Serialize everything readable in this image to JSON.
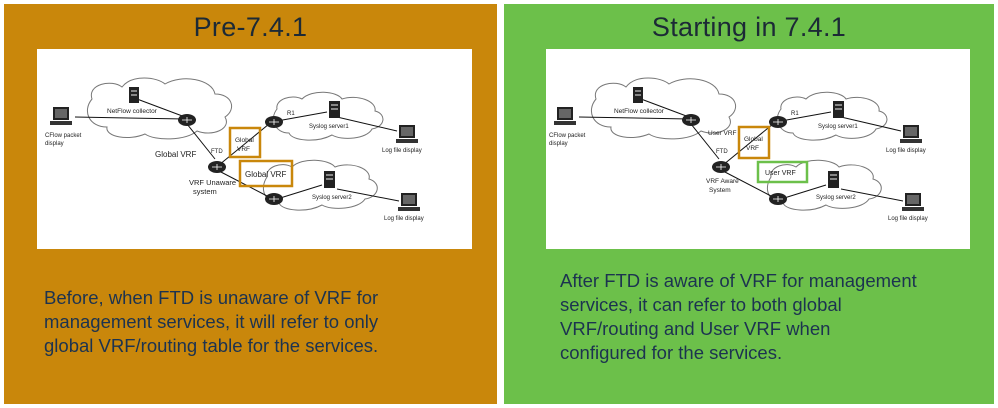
{
  "left_panel": {
    "title": "Pre-7.4.1",
    "description_lines": [
      "Before, when FTD is unaware of VRF for",
      "management services, it will refer to only",
      "global VRF/routing table for the services."
    ],
    "diagram": {
      "cflow_label_1": "CFlow packet",
      "cflow_label_2": "display",
      "netflow_label": "NetFlow collector",
      "global_vrf_label": "Global VRF",
      "ftd_label": "FTD",
      "vrf_system_label_1": "VRF Unaware",
      "vrf_system_label_2": "system",
      "global_vrf_box_1": "Global",
      "global_vrf_box_2": "VRF",
      "global_vrf_box_lower": "Global VRF",
      "r1_label": "R1",
      "syslog1_label": "Syslog server1",
      "syslog2_label": "Syslog server2",
      "log_display_1": "Log file display",
      "log_display_2": "Log file display"
    }
  },
  "right_panel": {
    "title": "Starting in 7.4.1",
    "description_lines": [
      "After FTD is aware of VRF for management",
      "services, it can refer to both global",
      "VRF/routing and User VRF when",
      "configured for the services."
    ],
    "diagram": {
      "cflow_label_1": "CFlow packet",
      "cflow_label_2": "display",
      "netflow_label": "NetFlow collector",
      "user_vrf_label": "User VRF",
      "ftd_label": "FTD",
      "vrf_system_label_1": "VRF Aware",
      "vrf_system_label_2": "System",
      "global_vrf_box_1": "Global",
      "global_vrf_box_2": "VRF",
      "user_vrf_box": "User VRF",
      "r1_label": "R1",
      "syslog1_label": "Syslog server1",
      "syslog2_label": "Syslog server2",
      "log_display_1": "Log file display",
      "log_display_2": "Log file display"
    }
  },
  "colors": {
    "left_background": "#c9870b",
    "right_background": "#6cc04a",
    "global_vrf_box": "#c9870b",
    "user_vrf_box": "#6cc04a"
  }
}
